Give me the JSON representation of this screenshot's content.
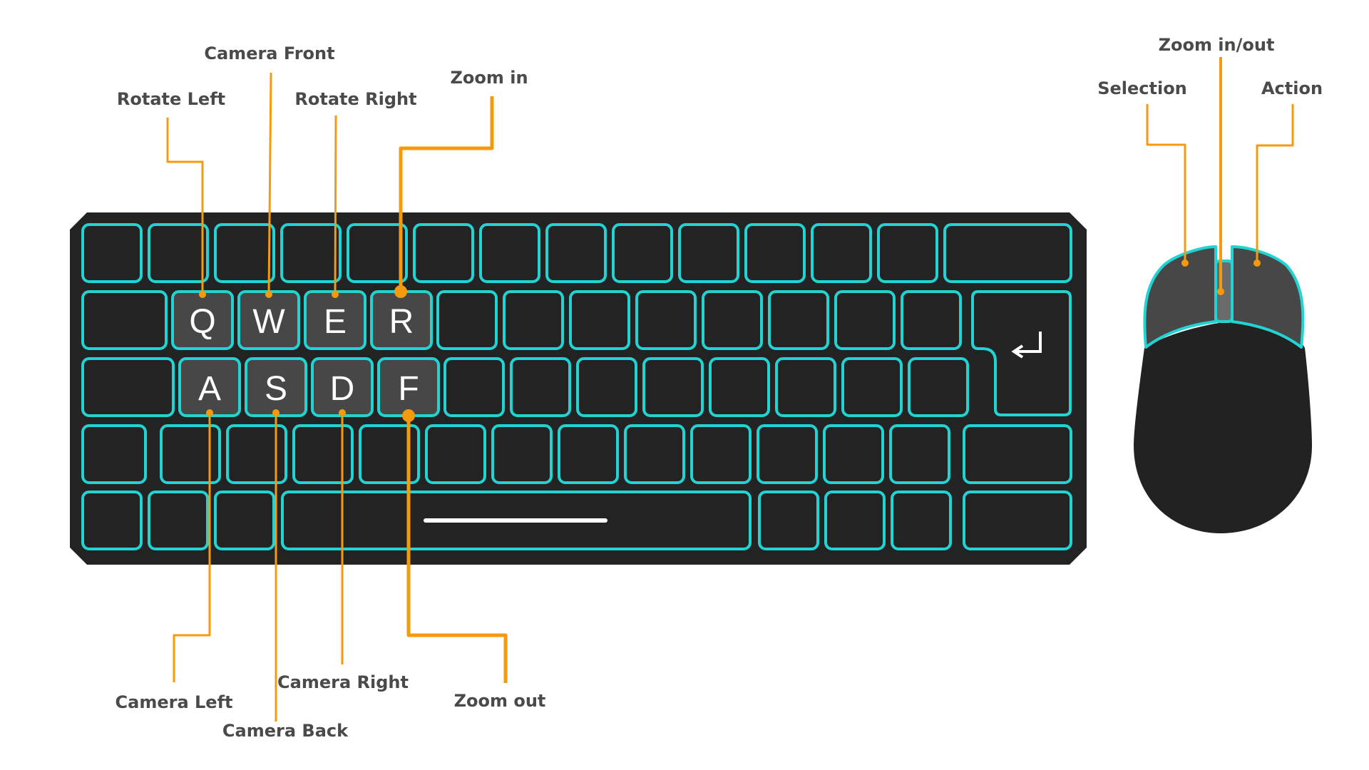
{
  "colors": {
    "background": "#ffffff",
    "board": "#232323",
    "key_outline": "#22d3d3",
    "key_highlight": "#474747",
    "callout_line": "#f59a0c",
    "label_text": "#4a4a4a",
    "mouse_body": "#222222",
    "mouse_button": "#474747",
    "mouse_wheel": "#6b6b6b"
  },
  "keyboard": {
    "enter_icon": "return-arrow-icon",
    "keys": {
      "q": "Q",
      "w": "W",
      "e": "E",
      "r": "R",
      "a": "A",
      "s": "S",
      "d": "D",
      "f": "F"
    }
  },
  "labels": {
    "rotate_left": "Rotate Left",
    "camera_front": "Camera Front",
    "rotate_right": "Rotate Right",
    "zoom_in": "Zoom in",
    "camera_left": "Camera Left",
    "camera_back": "Camera Back",
    "camera_right": "Camera Right",
    "zoom_out": "Zoom out",
    "mouse_selection": "Selection",
    "mouse_zoom": "Zoom in/out",
    "mouse_action": "Action"
  }
}
